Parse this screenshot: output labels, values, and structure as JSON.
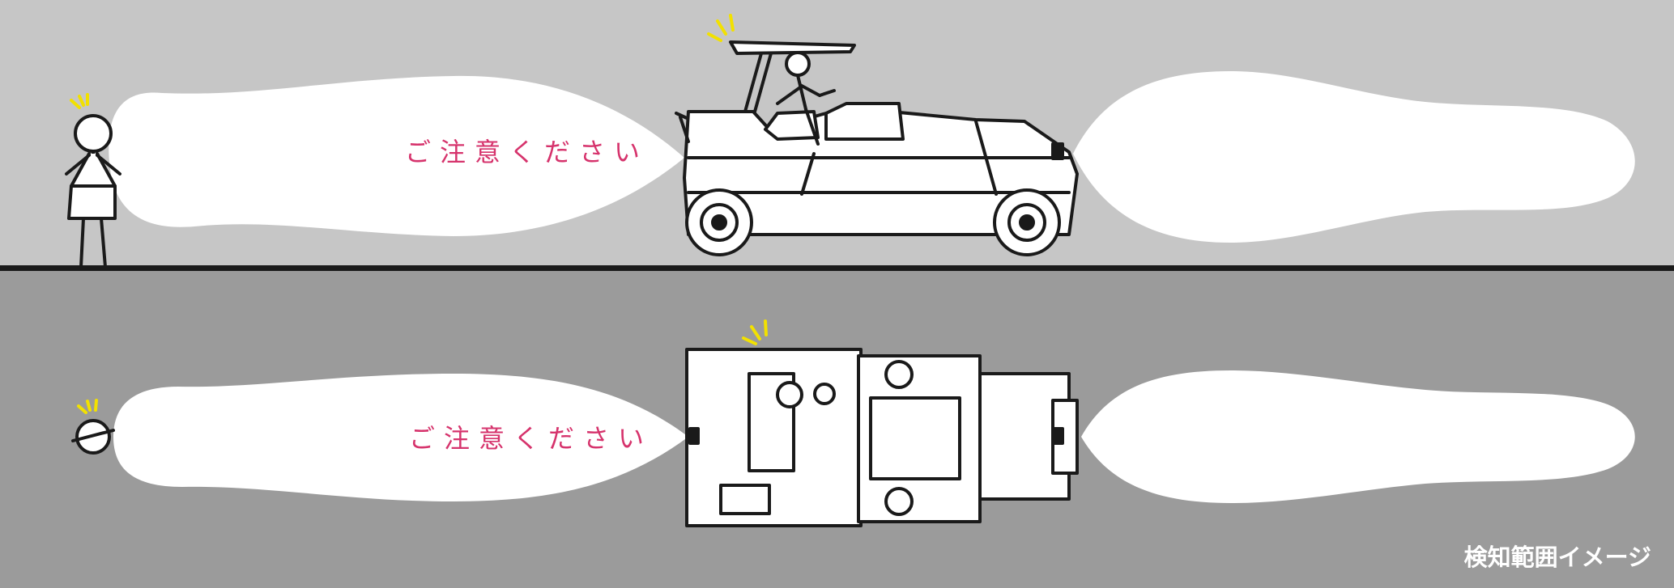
{
  "warning_text": "ご注意ください",
  "caption": "検知範囲イメージ",
  "colors": {
    "upper_background": "#c6c6c6",
    "lower_background": "#9b9b9b",
    "detection_zone": "#ffffff",
    "warning_text": "#d6336c",
    "alert_marks": "#f2e100",
    "line_art": "#1a1a1a"
  },
  "icons": {
    "person": "stick-figure-person",
    "person_top": "person-top-view",
    "alert": "alert-burst-marks",
    "vehicle": "tire-roller-compactor"
  }
}
